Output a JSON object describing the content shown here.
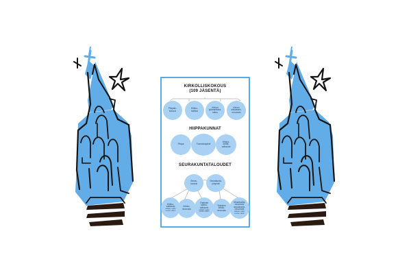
{
  "colors": {
    "accent": "#5aa9e6",
    "node_fill": "#a9d1f3",
    "ink": "#141414",
    "church_fill": "#62ace8"
  },
  "icons": [
    "church-illustration",
    "star-icon",
    "cross-icon"
  ],
  "diagram": {
    "sections": [
      {
        "title_lines": [
          "KIRKOLLISKOKOUS",
          "(109 JÄSENTÄ)"
        ],
        "nodes": [
          {
            "lines": [
              "Piispain-",
              "kokous"
            ]
          },
          {
            "lines": [
              "Kirkko-",
              "hallitus"
            ]
          },
          {
            "lines": [
              "Kirkon",
              "työmarkkina-",
              "laitos"
            ]
          },
          {
            "lines": [
              "Kirkon",
              "ulkoasiain-",
              "neuvosto"
            ]
          }
        ]
      },
      {
        "title_lines": [
          "HIIPPAKUNNAT"
        ],
        "nodes": [
          {
            "lines": [
              "Piispa"
            ]
          },
          {
            "lines": [
              "Tuomiokapituli"
            ]
          },
          {
            "lines": [
              "Hiippa-",
              "kunta-",
              "valtuusto"
            ]
          }
        ]
      },
      {
        "title_lines": [
          "SEURAKUNTATALOUDET"
        ],
        "top_nodes": [
          {
            "lines": [
              "Seura-",
              "kunnat"
            ]
          },
          {
            "lines": [
              "Seurakunta-",
              "yhtymät"
            ]
          }
        ],
        "nodes": [
          {
            "lines": [
              "Kirkko-",
              "valtuusto"
            ],
            "sub": [
              "valitaan neljän",
              "vuoden välein"
            ]
          },
          {
            "lines": [
              "Kirkko-",
              "neuvosto"
            ]
          },
          {
            "lines": [
              "Yhteinen",
              "kirkko-",
              "valtuusto"
            ],
            "sub": [
              "valitaan neljän",
              "vuoden välein"
            ]
          },
          {
            "lines": [
              "Yhteinen",
              "kirkko-",
              "neuvosto"
            ]
          },
          {
            "lines": [
              "Seurakunta-",
              "neuvosto/",
              "seurakunta-",
              "neuvostot"
            ],
            "sub": [
              "valitaan neljän",
              "vuoden välein"
            ]
          }
        ]
      }
    ]
  }
}
